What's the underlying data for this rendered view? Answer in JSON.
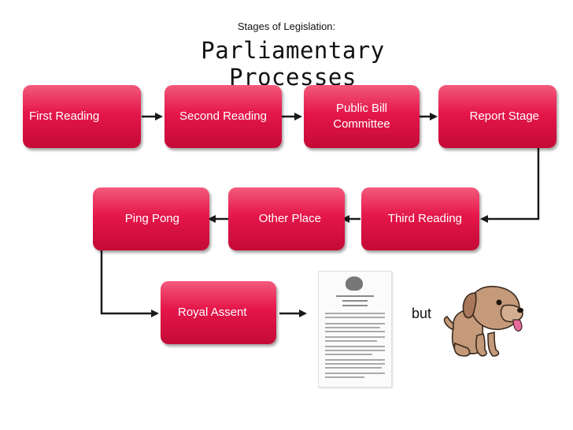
{
  "header": {
    "subtitle": "Stages of Legislation:",
    "title": "Parliamentary Processes"
  },
  "stages": {
    "first_reading": "First Reading",
    "second_reading": "Second Reading",
    "public_bill_committee_line1": "Public Bill",
    "public_bill_committee_line2": "Committee",
    "report_stage": "Report Stage",
    "third_reading": "Third Reading",
    "other_place": "Other Place",
    "ping_pong": "Ping Pong",
    "royal_assent": "Royal Assent"
  },
  "aside": {
    "but_label": "but",
    "document_icon": "act-of-parliament-document",
    "dog_icon": "cartoon-dog"
  },
  "colors": {
    "box_fill": "#e5164a",
    "connector": "#1a1a1a"
  }
}
